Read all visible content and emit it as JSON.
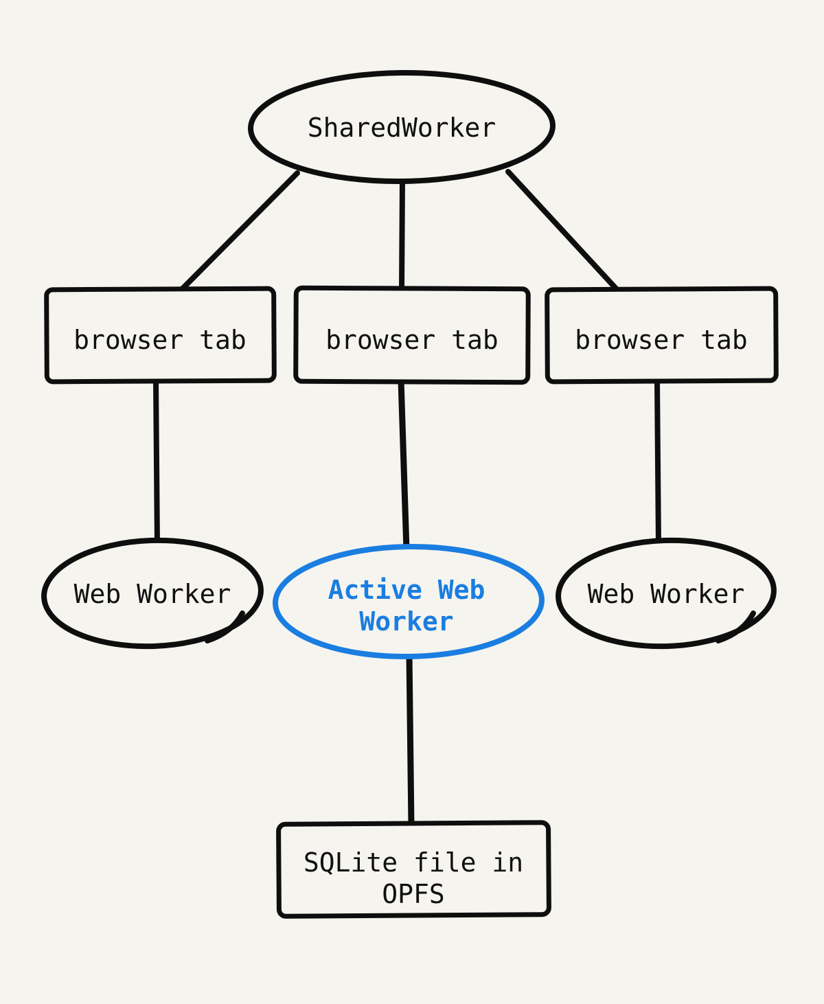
{
  "diagram": {
    "description": "Hand-drawn architecture diagram of SharedWorker coordinating browser tabs, web workers and a SQLite file in OPFS",
    "colors": {
      "background": "#f6f4ef",
      "ink": "#0e0e0e",
      "accent": "#1a7ee0"
    },
    "nodes": {
      "shared_worker": {
        "label": "SharedWorker",
        "shape": "ellipse",
        "color": "ink"
      },
      "tab_left": {
        "label": "browser tab",
        "shape": "rectangle",
        "color": "ink"
      },
      "tab_middle": {
        "label": "browser tab",
        "shape": "rectangle",
        "color": "ink"
      },
      "tab_right": {
        "label": "browser tab",
        "shape": "rectangle",
        "color": "ink"
      },
      "worker_left": {
        "label": "Web Worker",
        "shape": "ellipse",
        "color": "ink"
      },
      "worker_active": {
        "label_line1": "Active Web",
        "label_line2": "Worker",
        "shape": "ellipse",
        "color": "accent"
      },
      "worker_right": {
        "label": "Web Worker",
        "shape": "ellipse",
        "color": "ink"
      },
      "sqlite_file": {
        "label_line1": "SQLite file in",
        "label_line2": "OPFS",
        "shape": "rectangle",
        "color": "ink"
      }
    },
    "edges": [
      {
        "from": "shared_worker",
        "to": "tab_left"
      },
      {
        "from": "shared_worker",
        "to": "tab_middle"
      },
      {
        "from": "shared_worker",
        "to": "tab_right"
      },
      {
        "from": "tab_left",
        "to": "worker_left"
      },
      {
        "from": "tab_middle",
        "to": "worker_active"
      },
      {
        "from": "tab_right",
        "to": "worker_right"
      },
      {
        "from": "worker_active",
        "to": "sqlite_file"
      }
    ]
  }
}
